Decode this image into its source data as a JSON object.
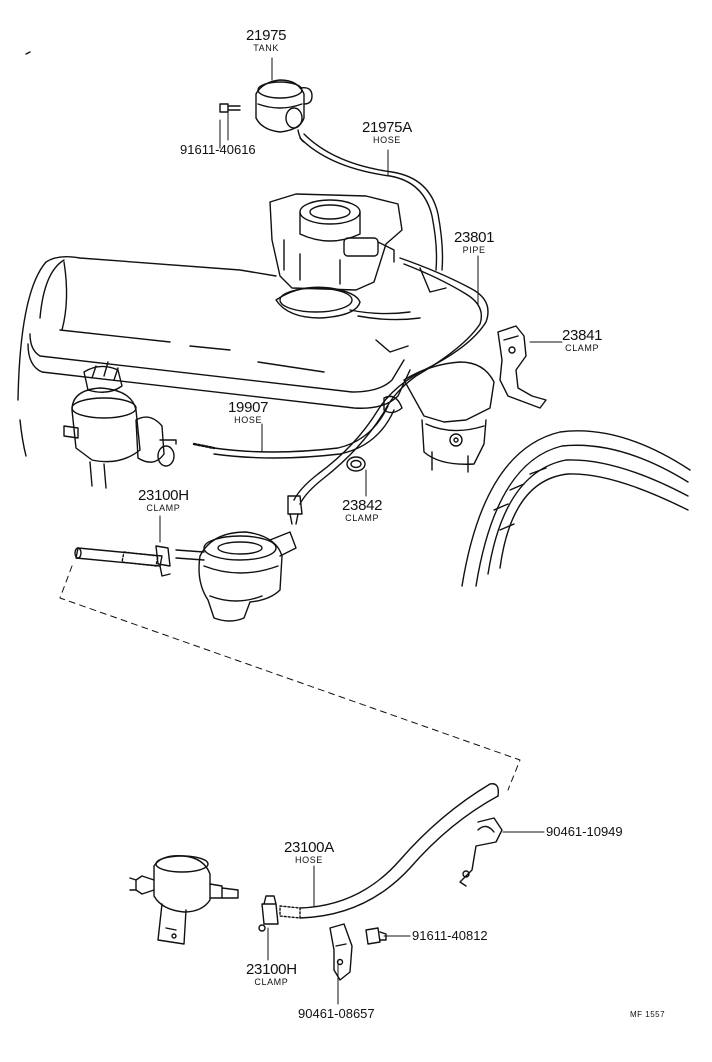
{
  "callouts": [
    {
      "id": "21975",
      "part": "21975",
      "name": "TANK"
    },
    {
      "id": "21975A",
      "part": "21975A",
      "name": "HOSE"
    },
    {
      "id": "23801",
      "part": "23801",
      "name": "PIPE"
    },
    {
      "id": "23841",
      "part": "23841",
      "name": "CLAMP"
    },
    {
      "id": "19907",
      "part": "19907",
      "name": "HOSE"
    },
    {
      "id": "23842",
      "part": "23842",
      "name": "CLAMP"
    },
    {
      "id": "23100H-top",
      "part": "23100H",
      "name": "CLAMP"
    },
    {
      "id": "23100A",
      "part": "23100A",
      "name": "HOSE"
    },
    {
      "id": "23100H-bottom",
      "part": "23100H",
      "name": "CLAMP"
    }
  ],
  "bolts": [
    {
      "id": "91611-40616",
      "part": "91611-40616"
    },
    {
      "id": "90461-10949",
      "part": "90461-10949"
    },
    {
      "id": "91611-40812",
      "part": "91611-40812"
    },
    {
      "id": "90461-08657",
      "part": "90461-08657"
    }
  ],
  "figure_code": "MF 1557"
}
